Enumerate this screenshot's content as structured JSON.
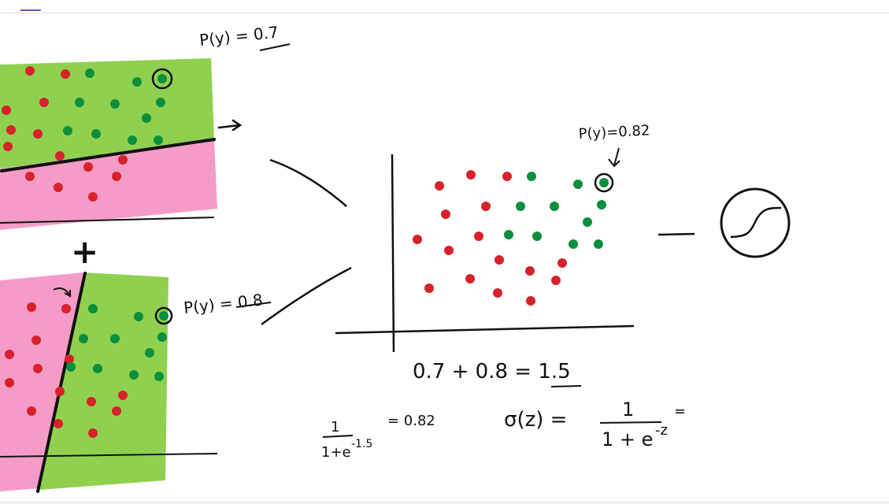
{
  "colors": {
    "green_region": "#8fd14f",
    "pink_region": "#f59bc8",
    "green_dot": "#0b8f3c",
    "red_dot": "#d7212b",
    "ink": "#111111",
    "top_marker": "#7a4bb5"
  },
  "annotations": {
    "model1_prob": "P(y) = 0.7",
    "model2_prob": "P(y) = 0.8",
    "combined_prob": "P(y)=0.82",
    "plus_sign": "+",
    "sum_equation": "0.7 + 0.8 = 1.5",
    "sigmoid_lhs": "σ(z) =",
    "sigmoid_numerator": "1",
    "sigmoid_denominator": "1 + e",
    "sigmoid_exponent": "-z",
    "sigmoid_trailing_equals": "=",
    "calc_numerator": "1",
    "calc_denominator": "1+e",
    "calc_exponent": "-1.5",
    "calc_result": "= 0.82"
  },
  "icons": {
    "sigmoid": "sigmoid-curve-icon",
    "arrow": "arrow-right-icon"
  }
}
